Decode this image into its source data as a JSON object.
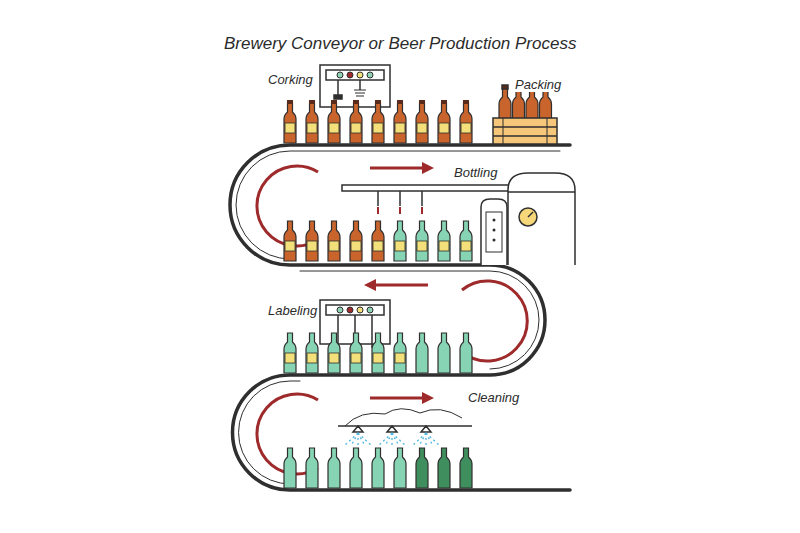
{
  "diagram": {
    "title": "Brewery Conveyor or Beer Production Process",
    "labels": [
      "Corking",
      "Packing",
      "Bottling",
      "Labeling",
      "Cleaning"
    ]
  }
}
